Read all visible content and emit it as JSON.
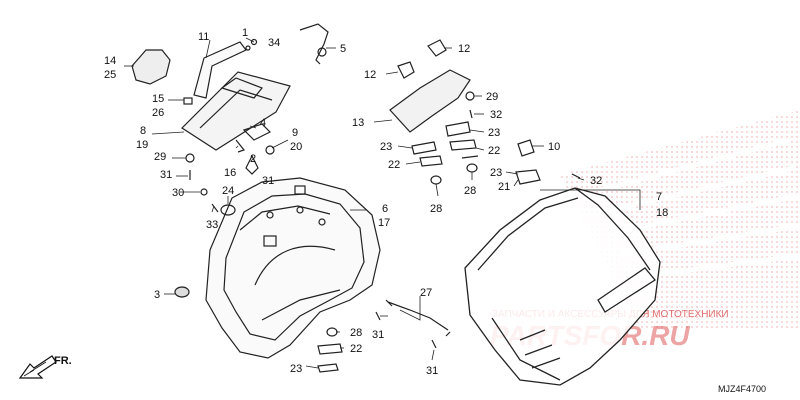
{
  "diagram": {
    "code": "MJZ4F4700",
    "fr_label": "FR.",
    "watermark": {
      "tagline": "ЗАПЧАСТИ И АКСЕССУАРЫ ДЛЯ МОТОТЕХНИКИ",
      "brand": "PARTSFOR.RU"
    },
    "callouts": [
      {
        "id": "c1",
        "label": "1"
      },
      {
        "id": "c34",
        "label": "34"
      },
      {
        "id": "c11",
        "label": "11"
      },
      {
        "id": "c5",
        "label": "5"
      },
      {
        "id": "c14",
        "label": "14"
      },
      {
        "id": "c25",
        "label": "25"
      },
      {
        "id": "c15",
        "label": "15"
      },
      {
        "id": "c26",
        "label": "26"
      },
      {
        "id": "c8",
        "label": "8"
      },
      {
        "id": "c19",
        "label": "19"
      },
      {
        "id": "c4",
        "label": "4"
      },
      {
        "id": "c9",
        "label": "9"
      },
      {
        "id": "c20",
        "label": "20"
      },
      {
        "id": "c29a",
        "label": "29"
      },
      {
        "id": "c2",
        "label": "2"
      },
      {
        "id": "c16",
        "label": "16"
      },
      {
        "id": "c31a",
        "label": "31"
      },
      {
        "id": "c31b",
        "label": "31"
      },
      {
        "id": "c30",
        "label": "30"
      },
      {
        "id": "c24",
        "label": "24"
      },
      {
        "id": "c33",
        "label": "33"
      },
      {
        "id": "c6",
        "label": "6"
      },
      {
        "id": "c17",
        "label": "17"
      },
      {
        "id": "c3",
        "label": "3"
      },
      {
        "id": "c12a",
        "label": "12"
      },
      {
        "id": "c12b",
        "label": "12"
      },
      {
        "id": "c29b",
        "label": "29"
      },
      {
        "id": "c32a",
        "label": "32"
      },
      {
        "id": "c13",
        "label": "13"
      },
      {
        "id": "c23a",
        "label": "23"
      },
      {
        "id": "c23b",
        "label": "23"
      },
      {
        "id": "c22a",
        "label": "22"
      },
      {
        "id": "c22b",
        "label": "22"
      },
      {
        "id": "c28a",
        "label": "28"
      },
      {
        "id": "c28b",
        "label": "28"
      },
      {
        "id": "c10",
        "label": "10"
      },
      {
        "id": "c23c",
        "label": "23"
      },
      {
        "id": "c21",
        "label": "21"
      },
      {
        "id": "c32b",
        "label": "32"
      },
      {
        "id": "c7",
        "label": "7"
      },
      {
        "id": "c18",
        "label": "18"
      },
      {
        "id": "c27",
        "label": "27"
      },
      {
        "id": "c31c",
        "label": "31"
      },
      {
        "id": "c31d",
        "label": "31"
      },
      {
        "id": "c28c",
        "label": "28"
      },
      {
        "id": "c22c",
        "label": "22"
      },
      {
        "id": "c23d",
        "label": "23"
      }
    ]
  }
}
